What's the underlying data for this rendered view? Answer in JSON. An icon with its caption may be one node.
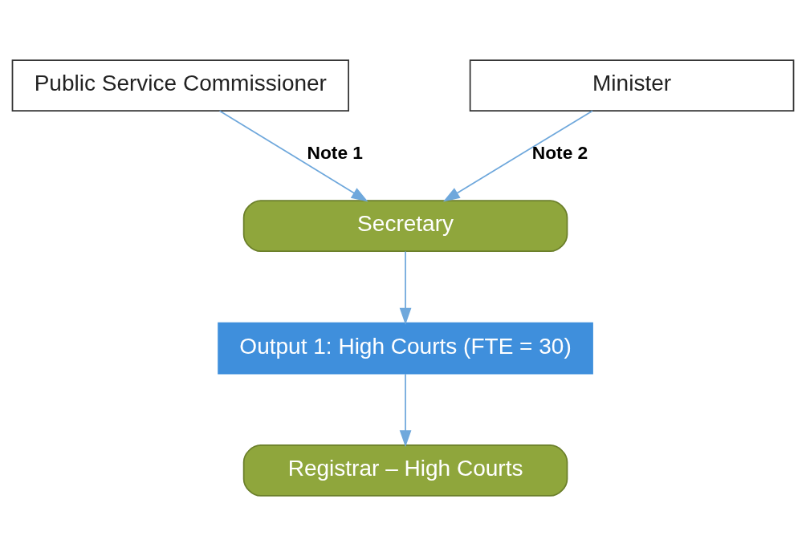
{
  "diagram": {
    "nodes": [
      {
        "text": [
          "Public Service Commissioner"
        ]
      },
      {
        "text": [
          "Minister"
        ]
      },
      {
        "text": [
          "Secretary"
        ]
      },
      {
        "text": [
          "Output 1: High Courts (FTE = 30)"
        ]
      },
      {
        "text": [
          "Registrar – High Courts"
        ]
      }
    ],
    "edges": [
      {
        "from": 0,
        "to": 2,
        "arrow": "to",
        "label": "Note 1"
      },
      {
        "from": 1,
        "to": 2,
        "arrow": "to",
        "label": "Note 2"
      },
      {
        "from": 2,
        "to": 3,
        "arrow": "to"
      },
      {
        "from": 3,
        "to": 4,
        "arrow": "to"
      }
    ]
  }
}
